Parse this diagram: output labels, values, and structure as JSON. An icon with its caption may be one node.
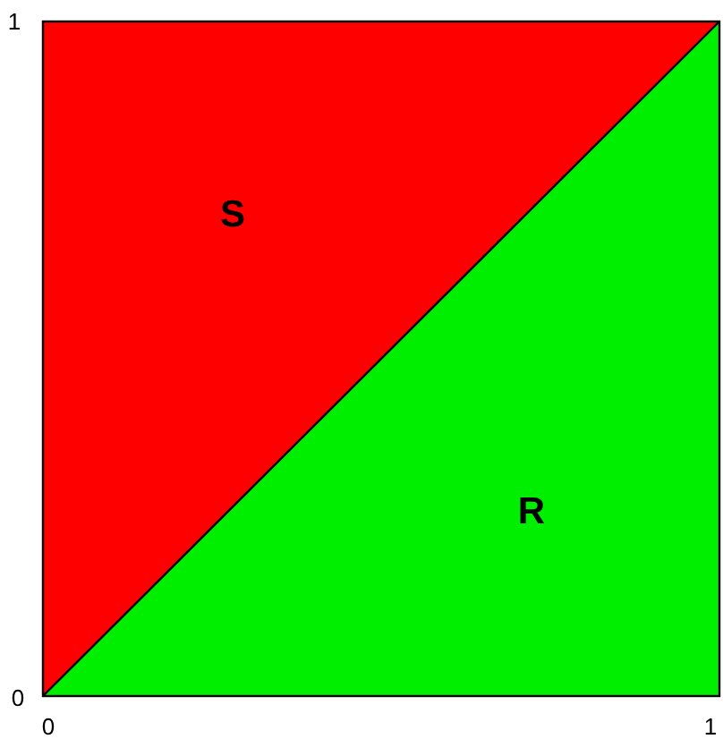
{
  "diagram": {
    "nodes": [
      {
        "text": [
          "S"
        ]
      },
      {
        "text": [
          "R"
        ]
      }
    ],
    "labels": [
      "1",
      "0",
      "0",
      "1"
    ]
  }
}
